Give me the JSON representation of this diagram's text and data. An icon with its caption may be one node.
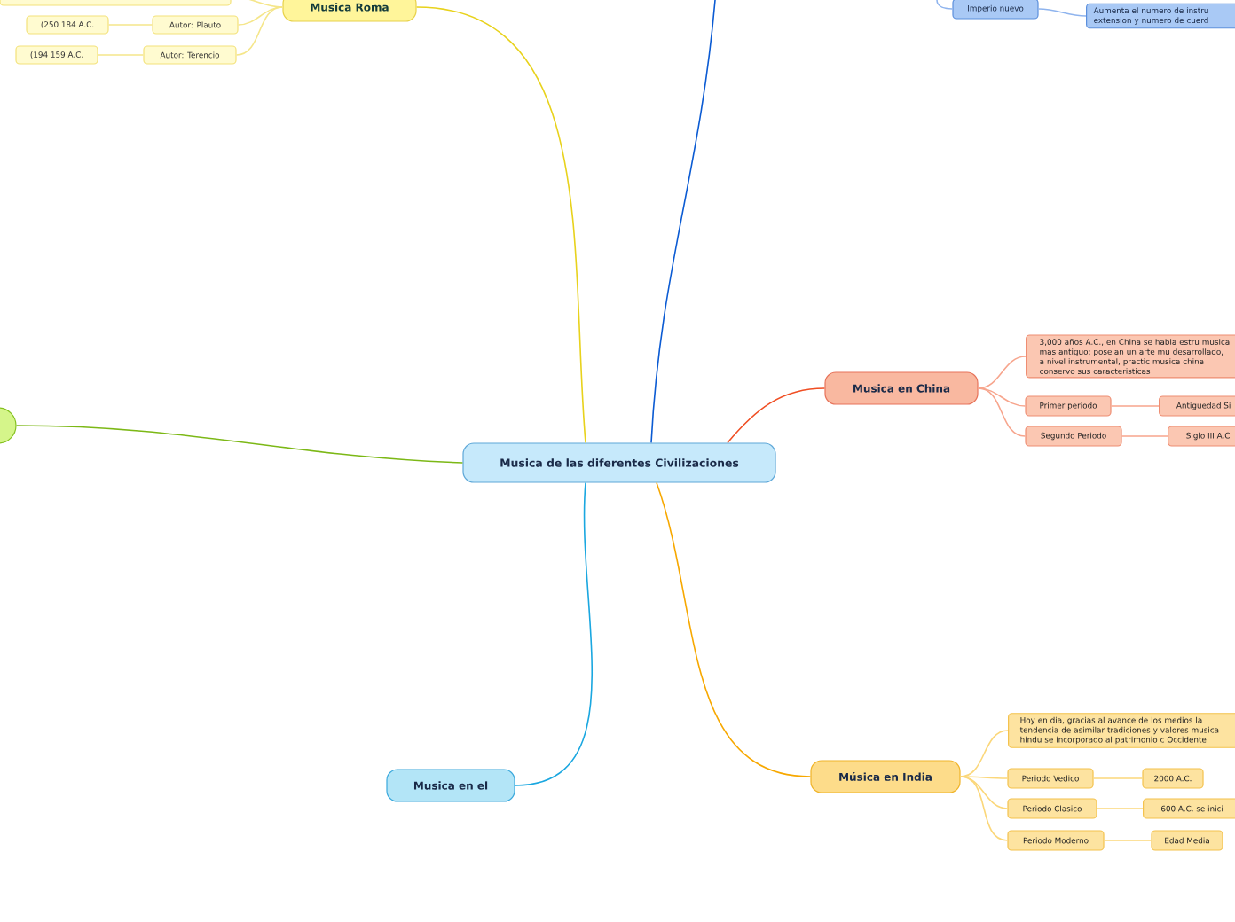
{
  "diagram": {
    "nodes": [
      {
        "text": [
          "Musica de las diferentes Civilizaciones"
        ]
      },
      {
        "text": [
          "Musica Roma"
        ]
      },
      {
        "text": [
          "Autor: Plauto"
        ]
      },
      {
        "text": [
          "(250 184 A.C."
        ]
      },
      {
        "text": [
          "Autor: Terencio"
        ]
      },
      {
        "text": [
          "(194 159 A.C."
        ]
      },
      {
        "text": [],
        "shape": "box"
      },
      {
        "text": [],
        "shape": "circle"
      },
      {
        "text": [
          "Imperio nuevo"
        ]
      },
      {
        "text": [
          "Aumenta el numero de instru extension y numero de cuerd"
        ]
      },
      {
        "text": [
          "Musica en China"
        ]
      },
      {
        "text": [
          "3,000 años A.C., en China se habia estru musical mas antiguo; poseian un arte mu desarrollado, a nivel instrumental, practic musica china conservo sus caracteristicas"
        ]
      },
      {
        "text": [
          "Primer periodo"
        ]
      },
      {
        "text": [
          "Antiguedad Si"
        ]
      },
      {
        "text": [
          "Segundo Periodo"
        ]
      },
      {
        "text": [
          "Siglo III A.C"
        ]
      },
      {
        "text": [
          "Música en India"
        ]
      },
      {
        "text": [
          "Hoy en dia, gracias al avance de los medios la tendencia de asimilar tradiciones y valores musica hindu se incorporado al patrimonio c Occidente"
        ]
      },
      {
        "text": [
          "Periodo Vedico"
        ]
      },
      {
        "text": [
          "2000 A.C."
        ]
      },
      {
        "text": [
          "Periodo Clasico"
        ]
      },
      {
        "text": [
          "600 A.C. se inici"
        ]
      },
      {
        "text": [
          "Periodo Moderno"
        ]
      },
      {
        "text": [
          "Edad Media"
        ]
      },
      {
        "text": [
          "Musica en el"
        ]
      }
    ],
    "edges": [
      {
        "from": 0,
        "to": 1,
        "arrow": "none",
        "color": "#e8d21c"
      },
      {
        "from": 1,
        "to": 2,
        "arrow": "none",
        "color": "#f5e68a"
      },
      {
        "from": 2,
        "to": 3,
        "arrow": "none",
        "color": "#f5e68a"
      },
      {
        "from": 1,
        "to": 4,
        "arrow": "none",
        "color": "#f5e68a"
      },
      {
        "from": 4,
        "to": 5,
        "arrow": "none",
        "color": "#f5e68a"
      },
      {
        "from": 1,
        "to": 6,
        "arrow": "none",
        "color": "#f5e68a"
      },
      {
        "from": 0,
        "to": 7,
        "arrow": "none",
        "color": "#7cb816"
      },
      {
        "from": 0,
        "to": null,
        "arrow": "none",
        "color": "#0b5bd3"
      },
      {
        "from": null,
        "to": 8,
        "arrow": "none",
        "color": "#8fb4ee"
      },
      {
        "from": 8,
        "to": 9,
        "arrow": "none",
        "color": "#8fb4ee"
      },
      {
        "from": 0,
        "to": 10,
        "arrow": "none",
        "color": "#f04e23"
      },
      {
        "from": 10,
        "to": 11,
        "arrow": "none",
        "color": "#f7a58d"
      },
      {
        "from": 10,
        "to": 12,
        "arrow": "none",
        "color": "#f7a58d"
      },
      {
        "from": 12,
        "to": 13,
        "arrow": "none",
        "color": "#f7a58d"
      },
      {
        "from": 10,
        "to": 14,
        "arrow": "none",
        "color": "#f7a58d"
      },
      {
        "from": 14,
        "to": 15,
        "arrow": "none",
        "color": "#f7a58d"
      },
      {
        "from": 0,
        "to": 16,
        "arrow": "none",
        "color": "#f7a800"
      },
      {
        "from": 16,
        "to": 17,
        "arrow": "none",
        "color": "#fbd77a"
      },
      {
        "from": 16,
        "to": 18,
        "arrow": "none",
        "color": "#fbd77a"
      },
      {
        "from": 18,
        "to": 19,
        "arrow": "none",
        "color": "#fbd77a"
      },
      {
        "from": 16,
        "to": 20,
        "arrow": "none",
        "color": "#fbd77a"
      },
      {
        "from": 20,
        "to": 21,
        "arrow": "none",
        "color": "#fbd77a"
      },
      {
        "from": 16,
        "to": 22,
        "arrow": "none",
        "color": "#fbd77a"
      },
      {
        "from": 22,
        "to": 23,
        "arrow": "none",
        "color": "#fbd77a"
      },
      {
        "from": 0,
        "to": 24,
        "arrow": "none",
        "color": "#1aa7e0"
      }
    ]
  }
}
